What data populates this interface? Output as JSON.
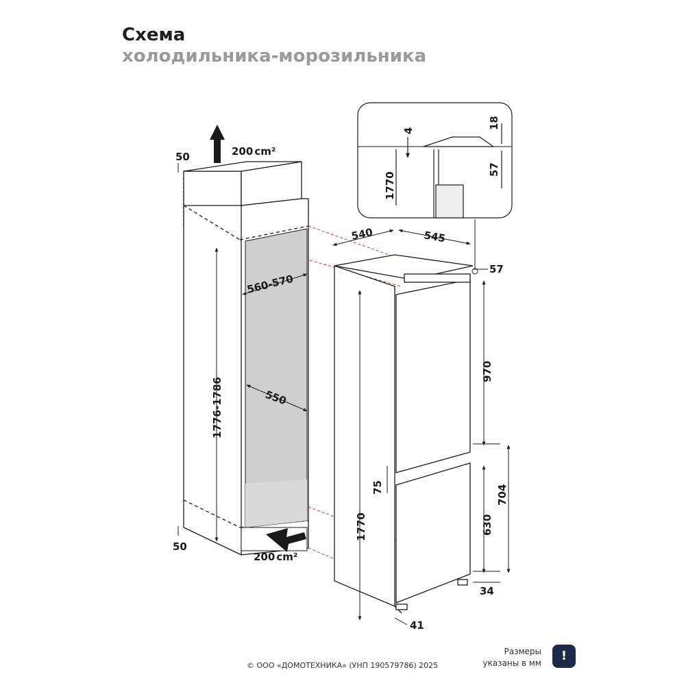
{
  "title": {
    "line1": "Схема",
    "line2": "холодильника-морозильника"
  },
  "dimensions": {
    "top_gap": "50",
    "top_vent": "200",
    "bottom_gap": "50",
    "bottom_vent": "200",
    "vent_unit": "cm²",
    "niche_height": "1776-1786",
    "niche_width": "560-570",
    "niche_depth": "550",
    "appliance_width": "540",
    "appliance_depth": "545",
    "top_offset": "57",
    "upper_door": "970",
    "door_gap": "75",
    "lower_section": "704",
    "lower_door": "630",
    "base_height": "34",
    "appliance_height": "1770",
    "plinth_depth": "41",
    "detail_height": "1770",
    "detail_4": "4",
    "detail_18": "18",
    "detail_57": "57"
  },
  "footer": {
    "copyright": "© ООО «ДОМОТЕХНИКА» (УНП 190579786) 2025",
    "note_line1": "Размеры",
    "note_line2": "указаны в мм",
    "badge": "!"
  },
  "colors": {
    "line": "#1a1a1a",
    "niche_fill": "#cfcfcf",
    "guide_red": "#c0392b",
    "badge_bg": "#1b2a4a",
    "title_grey": "#9a9a9a"
  }
}
